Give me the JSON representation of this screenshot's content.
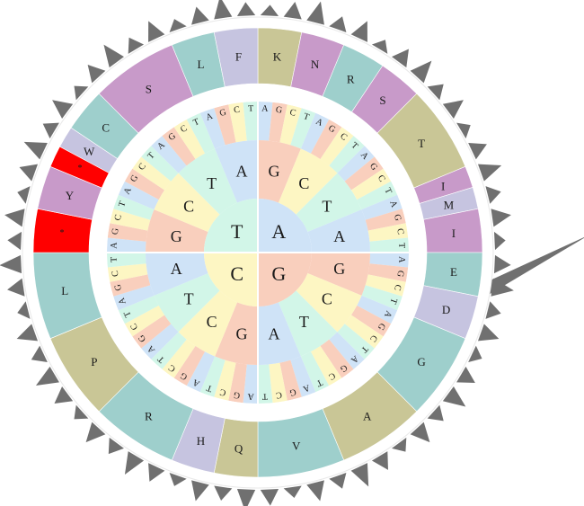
{
  "colors": {
    "A": "#cfe3f7",
    "G": "#f9cfbd",
    "C": "#fdf6c3",
    "T": "#d2f6e8",
    "aa_teal": "#9ecfcc",
    "aa_pink": "#c89ac9",
    "aa_lilac": "#c6c4e0",
    "aa_olive": "#c9c696",
    "aa_stop": "#ff0000",
    "spike": "#707070",
    "divider": "#ffffff"
  },
  "first_ring": [
    "A",
    "G",
    "C",
    "T"
  ],
  "second_ring": [
    "G",
    "C",
    "T",
    "A"
  ],
  "third_ring": [
    "A",
    "G",
    "C",
    "T"
  ],
  "amino_acids": [
    {
      "label": "K",
      "color": "olive",
      "span": 2
    },
    {
      "label": "N",
      "color": "pink",
      "span": 2
    },
    {
      "label": "R",
      "color": "teal",
      "span": 2
    },
    {
      "label": "S",
      "color": "pink",
      "span": 2
    },
    {
      "label": "T",
      "color": "olive",
      "span": 4
    },
    {
      "label": "I",
      "color": "pink",
      "span": 1
    },
    {
      "label": "M",
      "color": "lilac",
      "span": 1
    },
    {
      "label": "I",
      "color": "pink",
      "span": 2
    },
    {
      "label": "E",
      "color": "teal",
      "span": 2
    },
    {
      "label": "D",
      "color": "lilac",
      "span": 2
    },
    {
      "label": "G",
      "color": "teal",
      "span": 4
    },
    {
      "label": "A",
      "color": "olive",
      "span": 4
    },
    {
      "label": "V",
      "color": "teal",
      "span": 4
    },
    {
      "label": "Q",
      "color": "olive",
      "span": 2
    },
    {
      "label": "H",
      "color": "lilac",
      "span": 2
    },
    {
      "label": "R",
      "color": "teal",
      "span": 4
    },
    {
      "label": "P",
      "color": "olive",
      "span": 4
    },
    {
      "label": "L",
      "color": "teal",
      "span": 4
    },
    {
      "label": "*",
      "color": "stop",
      "span": 2
    },
    {
      "label": "Y",
      "color": "pink",
      "span": 2
    },
    {
      "label": "*",
      "color": "stop",
      "span": 1
    },
    {
      "label": "W",
      "color": "lilac",
      "span": 1
    },
    {
      "label": "C",
      "color": "teal",
      "span": 2
    },
    {
      "label": "S",
      "color": "pink",
      "span": 4
    },
    {
      "label": "L",
      "color": "teal",
      "span": 2
    },
    {
      "label": "F",
      "color": "lilac",
      "span": 2
    }
  ]
}
